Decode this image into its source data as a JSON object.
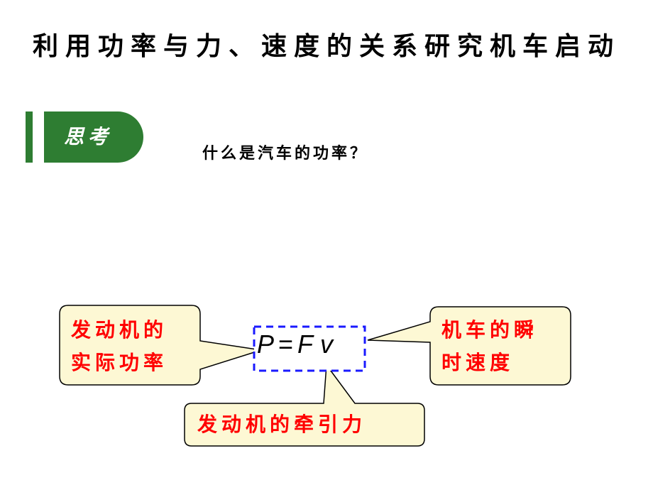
{
  "title": "利用功率与力、速度的关系研究机车启动",
  "think_label": "思考",
  "question": "什么是汽车的功率？",
  "formula": {
    "P": "P",
    "eq": "=",
    "F": "F",
    "v": "v"
  },
  "callouts": {
    "power": {
      "line1": "发动机的",
      "line2": "实际功率"
    },
    "speed": {
      "line1": "机车的瞬",
      "line2": "时速度"
    },
    "force": {
      "line1": "发动机的牵引力"
    }
  },
  "colors": {
    "accent_green": "#2e7d32",
    "callout_fill": "#fdf8d4",
    "callout_text": "#ff0000",
    "formula_border": "#1a1aff"
  }
}
